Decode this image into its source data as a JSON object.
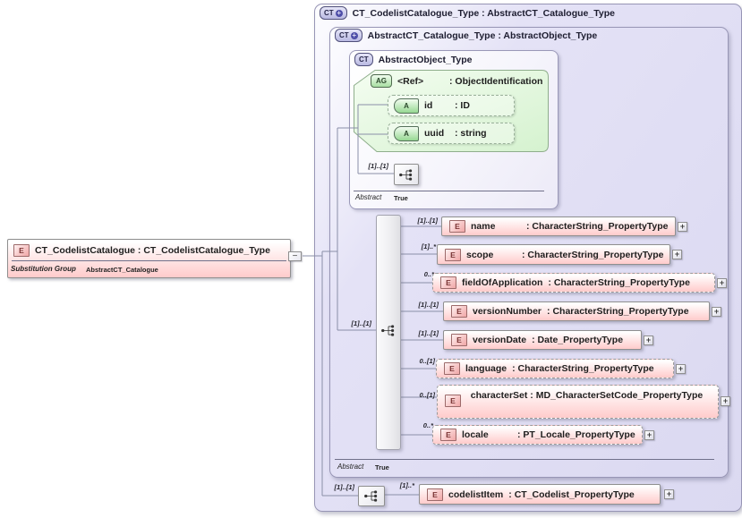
{
  "symbols": {
    "plus": "+",
    "minus": "−"
  },
  "source_element": {
    "icon_text": "E",
    "title": "CT_CodelistCatalogue : CT_CodelistCatalogue_Type",
    "substitution_group_label": "Substitution Group",
    "substitution_group_value": "AbstractCT_Catalogue"
  },
  "outer_type": {
    "icon_text": "CT",
    "title": "CT_CodelistCatalogue_Type : AbstractCT_Catalogue_Type"
  },
  "base_type": {
    "icon_text": "CT",
    "title": "AbstractCT_Catalogue_Type : AbstractObject_Type",
    "abstract_label": "Abstract",
    "abstract_value": "True"
  },
  "object_type": {
    "icon_text": "CT",
    "title": "AbstractObject_Type",
    "abstract_label": "Abstract",
    "abstract_value": "True",
    "sequence_cardinality": "[1]..[1]",
    "attribute_group": {
      "icon_text": "AG",
      "name": "<Ref>",
      "type": ": ObjectIdentification",
      "attributes": [
        {
          "icon_text": "A",
          "name": "id",
          "type": ": ID"
        },
        {
          "icon_text": "A",
          "name": "uuid",
          "type": ": string"
        }
      ]
    }
  },
  "content_model": {
    "cardinality": "[1]..[1]",
    "elements": [
      {
        "icon_text": "E",
        "cardinality": "[1]..[1]",
        "name": "name",
        "type": ": CharacterString_PropertyType"
      },
      {
        "icon_text": "E",
        "cardinality": "[1]..*",
        "name": "scope",
        "type": ": CharacterString_PropertyType"
      },
      {
        "icon_text": "E",
        "cardinality": "0..*",
        "name": "fieldOfApplication",
        "type": ": CharacterString_PropertyType"
      },
      {
        "icon_text": "E",
        "cardinality": "[1]..[1]",
        "name": "versionNumber",
        "type": ": CharacterString_PropertyType"
      },
      {
        "icon_text": "E",
        "cardinality": "[1]..[1]",
        "name": "versionDate",
        "type": ": Date_PropertyType"
      },
      {
        "icon_text": "E",
        "cardinality": "0..[1]",
        "name": "language",
        "type": ": CharacterString_PropertyType"
      },
      {
        "icon_text": "E",
        "cardinality": "0..[1]",
        "name": "characterSet",
        "type": ": MD_CharacterSetCode_PropertyType"
      },
      {
        "icon_text": "E",
        "cardinality": "0..*",
        "name": "locale",
        "type": ": PT_Locale_PropertyType"
      }
    ]
  },
  "codelist_item": {
    "sequence_cardinality": "[1]..[1]",
    "cardinality": "[1]..*",
    "icon_text": "E",
    "name": "codelistItem",
    "type": ": CT_Codelist_PropertyType"
  },
  "colors": {
    "container_fill": "#dbd9f1",
    "container_border": "#9795b5",
    "element_fill_bottom": "#ffcbcb",
    "element_border": "#8f8f8f",
    "attribute_group_fill": "#e2f7dc",
    "connector": "#8a8fa8",
    "background": "#ffffff"
  }
}
